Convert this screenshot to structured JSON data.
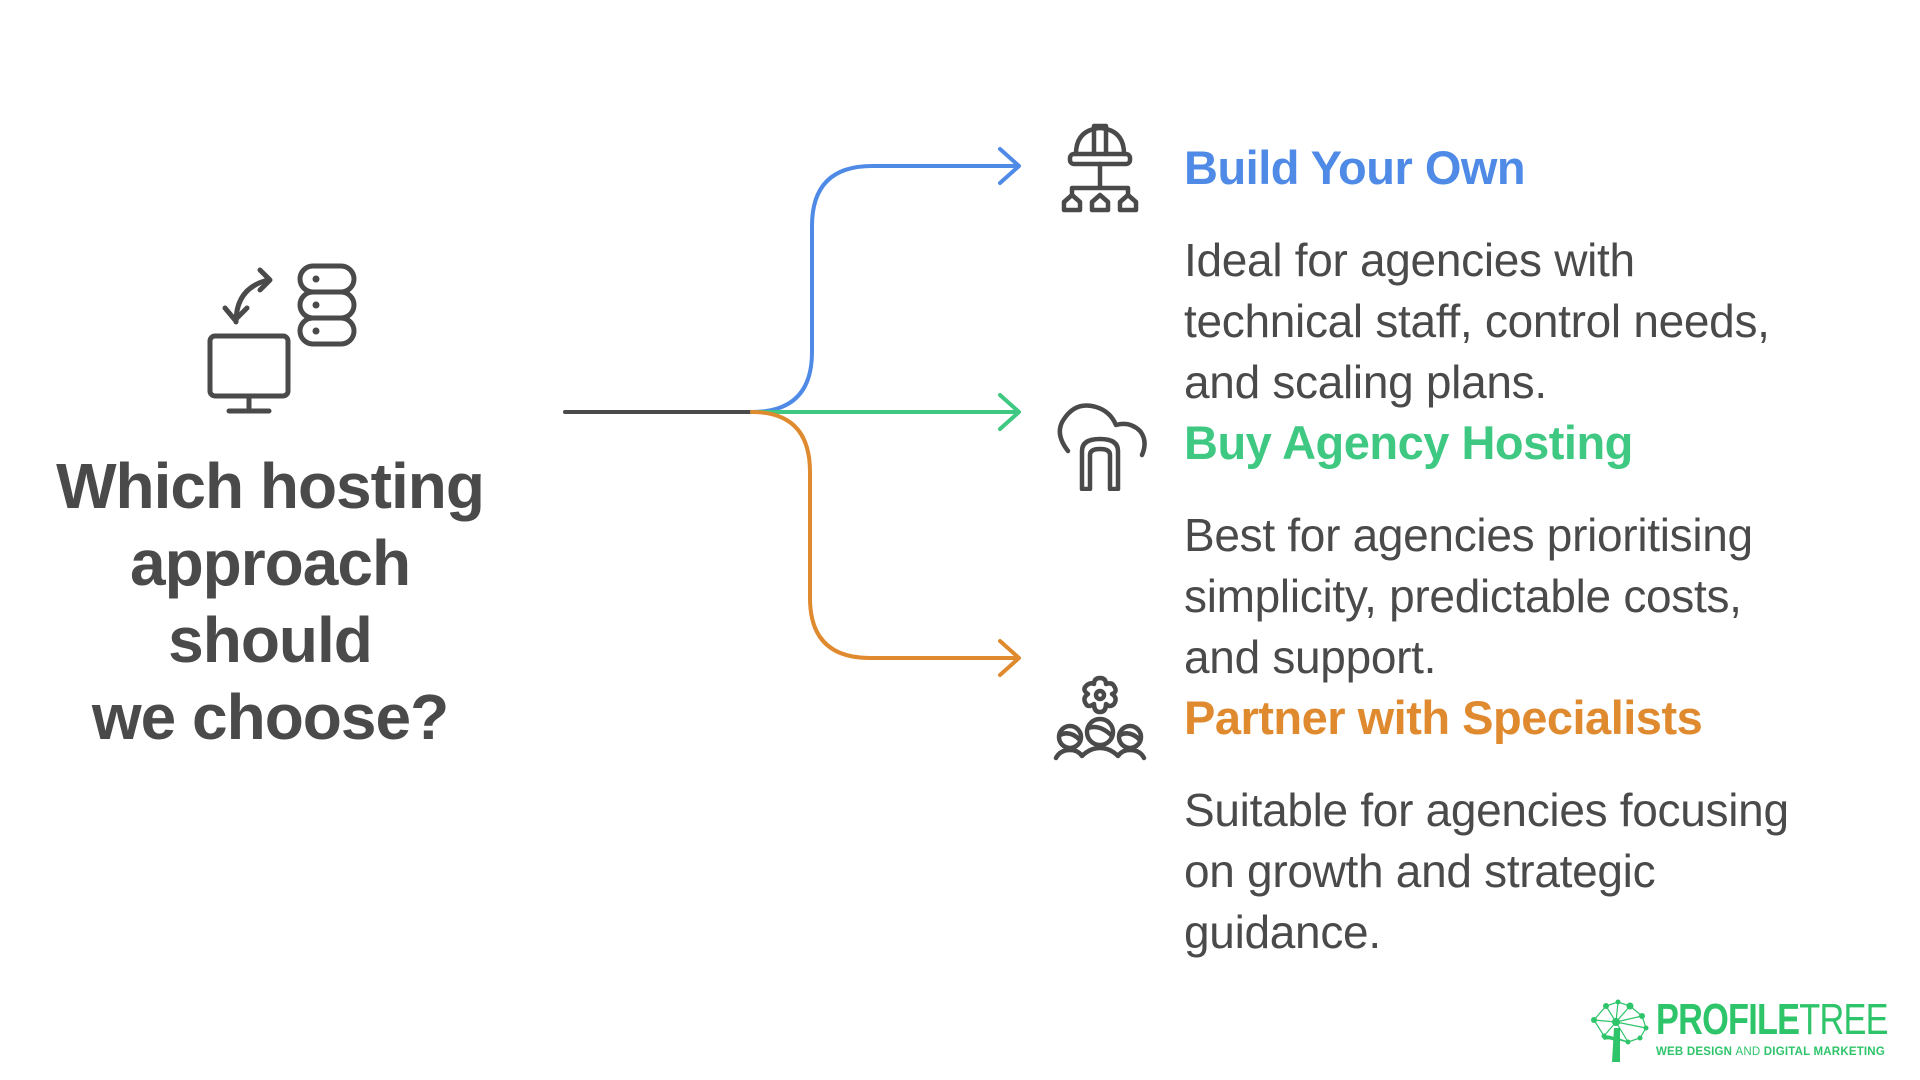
{
  "question": {
    "lines": [
      "Which hosting",
      "approach should",
      "we choose?"
    ],
    "icon": "computer-server-sync-icon"
  },
  "colors": {
    "text": "#4a4a4a",
    "stem": "#4a4a4a",
    "blue": "#4f8be6",
    "green": "#3ec882",
    "orange": "#e08a30",
    "brand": "#2ec46a"
  },
  "options": [
    {
      "title": "Build Your Own",
      "color": "#4f8be6",
      "icon": "hard-hat-hierarchy-icon",
      "description": [
        "Ideal for agencies with",
        "technical staff, control needs,",
        "and scaling plans."
      ]
    },
    {
      "title": "Buy Agency Hosting",
      "color": "#3ec882",
      "icon": "cloud-arch-icon",
      "description": [
        "Best for agencies prioritising",
        "simplicity, predictable costs,",
        "and support."
      ]
    },
    {
      "title": "Partner with Specialists",
      "color": "#e08a30",
      "icon": "gear-team-icon",
      "description": [
        "Suitable for agencies focusing",
        "on growth and strategic",
        "guidance."
      ]
    }
  ],
  "logo": {
    "word_bold": "PROFILE",
    "word_light": "TREE",
    "tagline_bold_1": "WEB DESIGN ",
    "tagline_light": "AND ",
    "tagline_bold_2": "DIGITAL MARKETING"
  }
}
